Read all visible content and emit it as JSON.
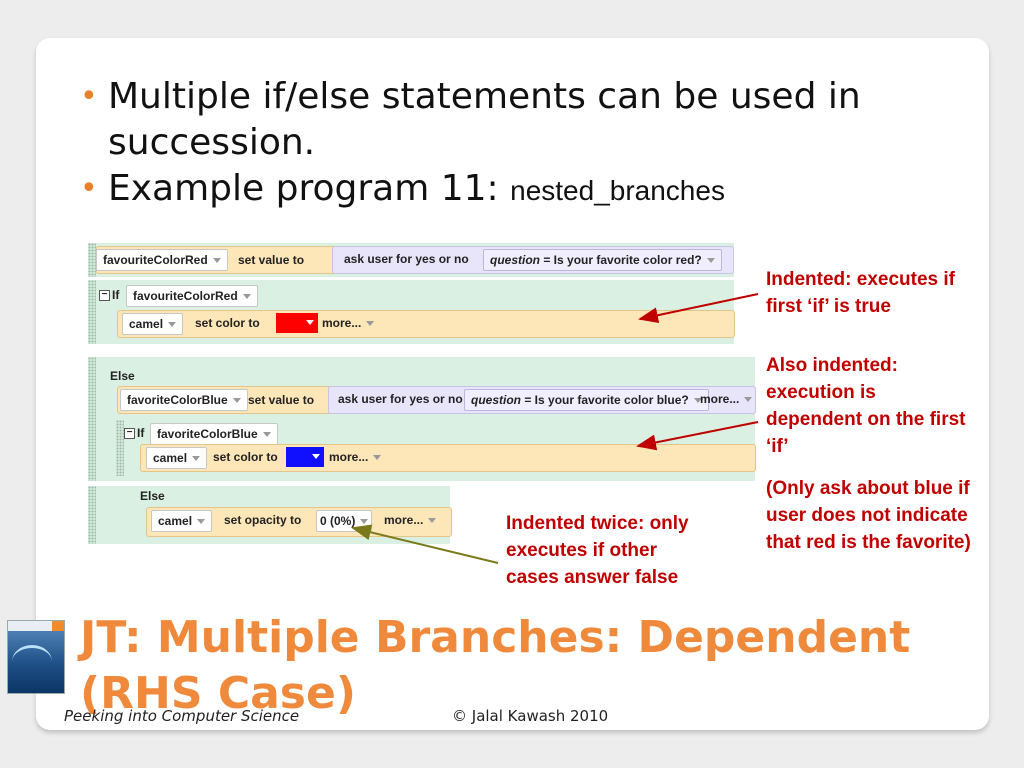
{
  "bullets": {
    "b1": "Multiple if/else statements can be used in succession.",
    "b2_prefix": "Example program 11: ",
    "b2_code": "nested_branches"
  },
  "code": {
    "l1_var": "favouriteColorRed",
    "l1_set": "set  value  to",
    "l1_ask": "ask user for yes or no",
    "l1_q_label": "question",
    "l1_q_text": "= Is your favorite color red?",
    "if1_kw": "If",
    "if1_var": "favouriteColorRed",
    "l2_obj": "camel",
    "l2_set": "set  color  to",
    "more": "more...",
    "else1_kw": "Else",
    "l3_var": "favoriteColorBlue",
    "l3_set": "set  value  to",
    "l3_ask": "ask user for yes or no",
    "l3_q_label": "question",
    "l3_q_text": "= Is your favorite color blue?",
    "if2_kw": "If",
    "if2_var": "favoriteColorBlue",
    "l4_obj": "camel",
    "l4_set": "set  color  to",
    "else2_kw": "Else",
    "l5_obj": "camel",
    "l5_set": "set  opacity  to",
    "l5_val": "0 (0%)"
  },
  "notes": {
    "n1": "Indented: executes if first ‘if’ is true",
    "n2": "Also indented: execution is dependent on the first ‘if’",
    "n3": "(Only ask about blue if user does not indicate that red is the favorite)",
    "n4": "Indented twice: only executes if other cases answer false"
  },
  "title": "JT: Multiple Branches: Dependent (RHS Case)",
  "footer": {
    "left": "Peeking into Computer Science",
    "mid": "© Jalal Kawash 2010"
  },
  "colors": {
    "accent": "#ef8a3c",
    "note": "#c00000",
    "red_swatch": "#ff0000",
    "blue_swatch": "#1010ff"
  },
  "icons": {
    "book": "book-cover-icon",
    "dropdown": "dropdown-triangle-icon",
    "collapse": "collapse-minus-icon"
  }
}
